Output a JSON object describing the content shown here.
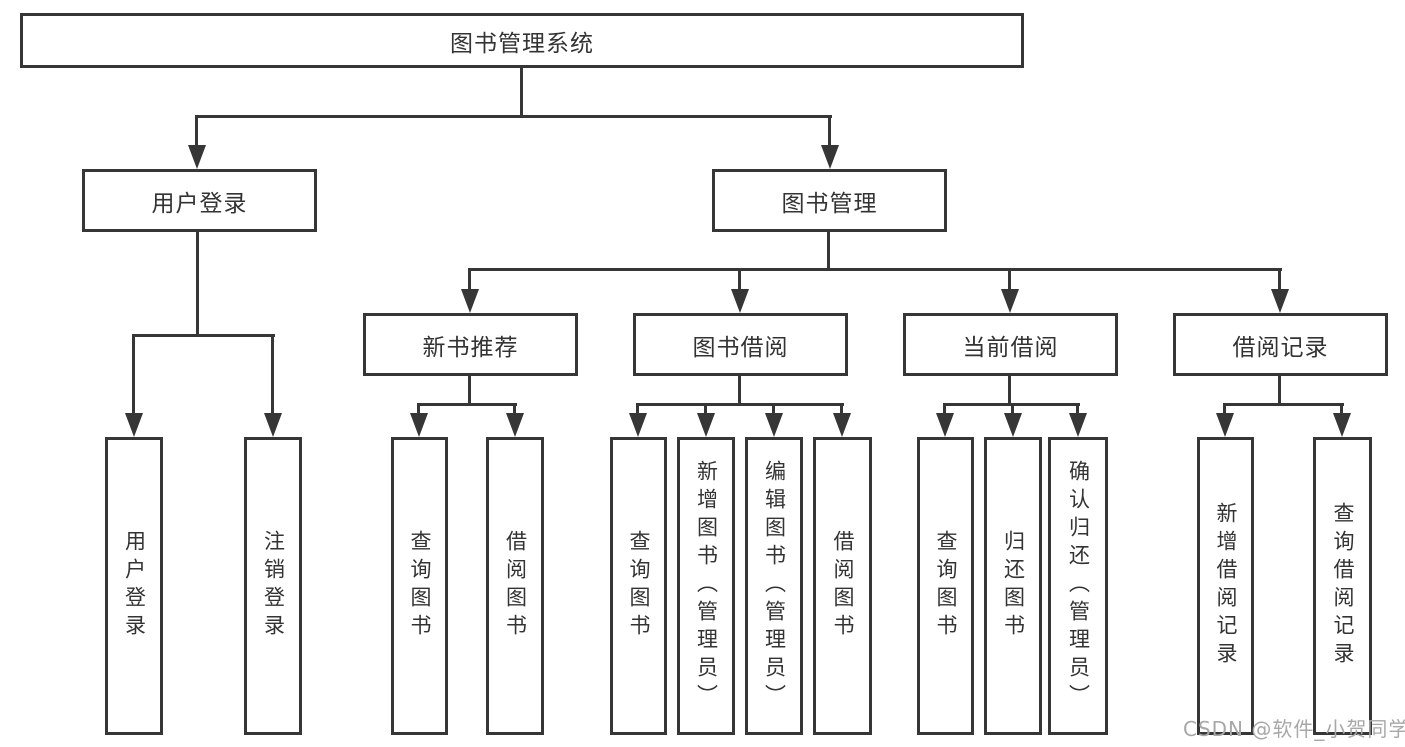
{
  "diagram_title": "图书管理系统",
  "tree": {
    "label": "图书管理系统",
    "children": [
      {
        "label": "用户登录",
        "children": [
          {
            "label": "用户登录"
          },
          {
            "label": "注销登录"
          }
        ]
      },
      {
        "label": "图书管理",
        "children": [
          {
            "label": "新书推荐",
            "children": [
              {
                "label": "查询图书"
              },
              {
                "label": "借阅图书"
              }
            ]
          },
          {
            "label": "图书借阅",
            "children": [
              {
                "label": "查询图书"
              },
              {
                "label": "新增图书（管理员）"
              },
              {
                "label": "编辑图书（管理员）"
              },
              {
                "label": "借阅图书"
              }
            ]
          },
          {
            "label": "当前借阅",
            "children": [
              {
                "label": "查询图书"
              },
              {
                "label": "归还图书"
              },
              {
                "label": "确认归还（管理员）"
              }
            ]
          },
          {
            "label": "借阅记录",
            "children": [
              {
                "label": "新增借阅记录"
              },
              {
                "label": "查询借阅记录"
              }
            ]
          }
        ]
      }
    ]
  },
  "watermark": {
    "text": "CSDN @软件_小贺同学"
  },
  "colors": {
    "line": "#363636",
    "box_border": "#363636",
    "text": "#333333",
    "background": "#ffffff",
    "watermark": "#a8a8a8"
  }
}
